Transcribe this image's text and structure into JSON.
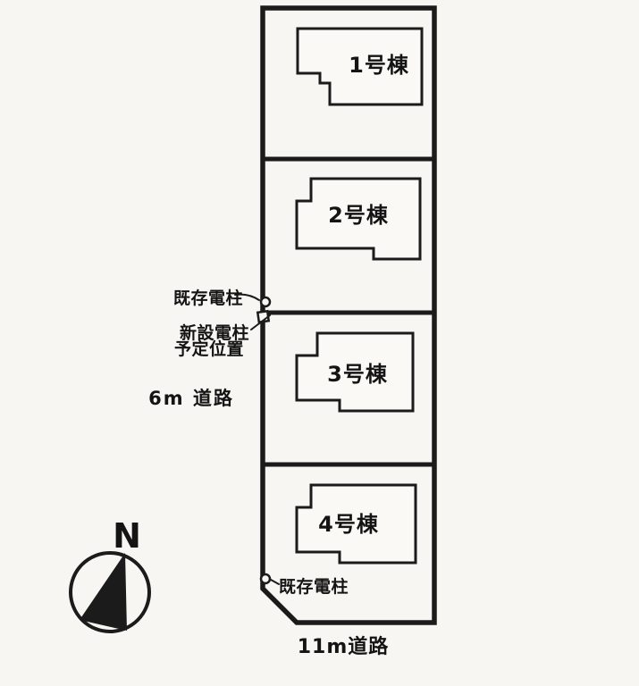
{
  "page": {
    "background": "#f7f6f2",
    "ink": "#1b1b1b"
  },
  "site_plan": {
    "buildings": [
      {
        "label": "1号棟"
      },
      {
        "label": "2号棟"
      },
      {
        "label": "3号棟"
      },
      {
        "label": "4号棟"
      }
    ],
    "annotations": {
      "existing_pole_upper": "既存電柱",
      "new_pole_line1": "新設電柱",
      "new_pole_line2": "予定位置",
      "existing_pole_lower": "既存電柱",
      "road_west": "6m 道路",
      "road_south": "11m道路",
      "compass_north": "N"
    },
    "icons": {
      "existing_pole_marker": "circle-icon",
      "new_pole_marker": "square-icon",
      "compass": "north-arrow-icon"
    }
  }
}
